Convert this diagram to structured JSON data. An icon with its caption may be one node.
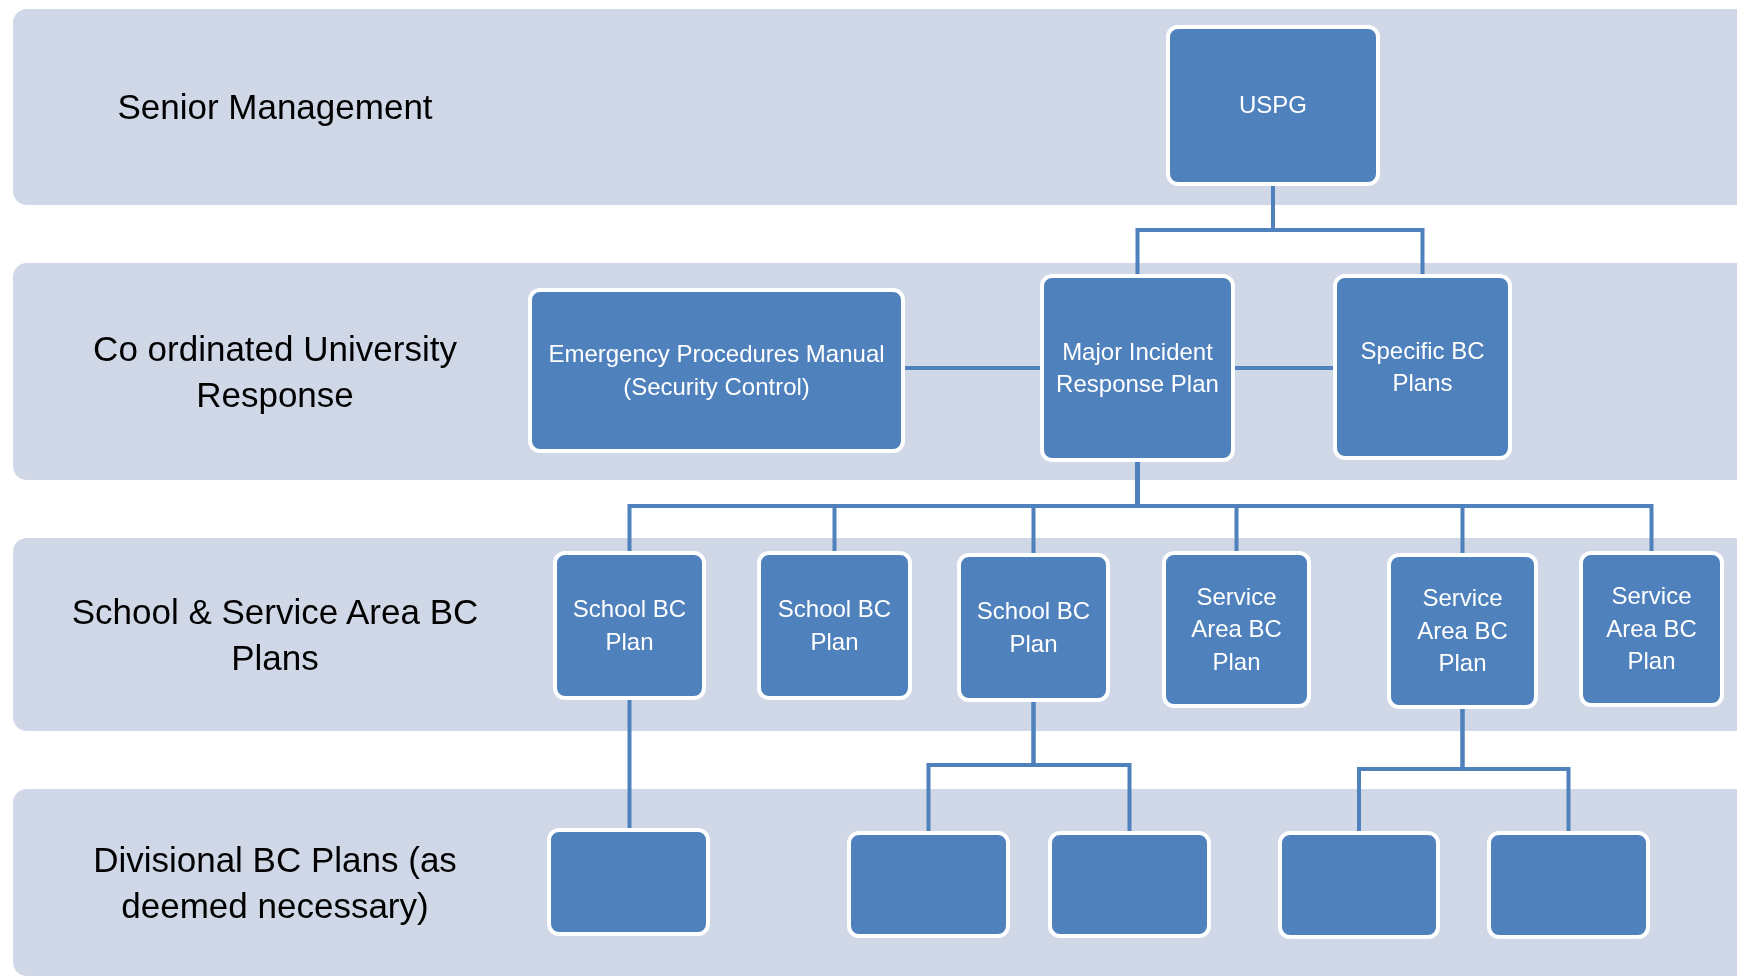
{
  "diagram": {
    "nodes": [
      {
        "text": [
          "Senior Management"
        ]
      },
      {
        "text": [
          "USPG"
        ],
        "in": 0
      },
      {
        "text": [
          "Co ordinated University Response"
        ]
      },
      {
        "text": [
          "Emergency Procedures Manual (Security Control)"
        ],
        "in": 2
      },
      {
        "text": [
          "Major Incident Response Plan"
        ],
        "in": 2
      },
      {
        "text": [
          "Specific BC Plans"
        ],
        "in": 2
      },
      {
        "text": [
          "School & Service Area BC Plans"
        ]
      },
      {
        "text": [
          "School BC Plan"
        ],
        "in": 6
      },
      {
        "text": [
          "School BC Plan"
        ],
        "in": 6
      },
      {
        "text": [
          "School BC Plan"
        ],
        "in": 6
      },
      {
        "text": [
          "Service Area BC Plan"
        ],
        "in": 6
      },
      {
        "text": [
          "Service Area BC Plan"
        ],
        "in": 6
      },
      {
        "text": [
          "Service Area BC Plan"
        ],
        "in": 6
      },
      {
        "text": [
          "Divisional BC Plans (as deemed necessary)"
        ]
      },
      {
        "text": [],
        "shape": "box",
        "in": 13
      },
      {
        "text": [],
        "shape": "box",
        "in": 13
      },
      {
        "text": [],
        "shape": "box",
        "in": 13
      },
      {
        "text": [],
        "shape": "box",
        "in": 13
      },
      {
        "text": [],
        "shape": "box",
        "in": 13
      }
    ],
    "edges": [
      {
        "from": 1,
        "to": 4,
        "arrow": "none"
      },
      {
        "from": 1,
        "to": 5,
        "arrow": "none"
      },
      {
        "from": 4,
        "to": 3,
        "arrow": "none"
      },
      {
        "from": 4,
        "to": 5,
        "arrow": "none"
      },
      {
        "from": 4,
        "to": 7,
        "arrow": "none"
      },
      {
        "from": 4,
        "to": 8,
        "arrow": "none"
      },
      {
        "from": 4,
        "to": 9,
        "arrow": "none"
      },
      {
        "from": 4,
        "to": 10,
        "arrow": "none"
      },
      {
        "from": 4,
        "to": 11,
        "arrow": "none"
      },
      {
        "from": 4,
        "to": 12,
        "arrow": "none"
      },
      {
        "from": 7,
        "to": 14,
        "arrow": "none"
      },
      {
        "from": 9,
        "to": 15,
        "arrow": "none"
      },
      {
        "from": 9,
        "to": 16,
        "arrow": "none"
      },
      {
        "from": 11,
        "to": 17,
        "arrow": "none"
      },
      {
        "from": 11,
        "to": 18,
        "arrow": "none"
      }
    ]
  }
}
